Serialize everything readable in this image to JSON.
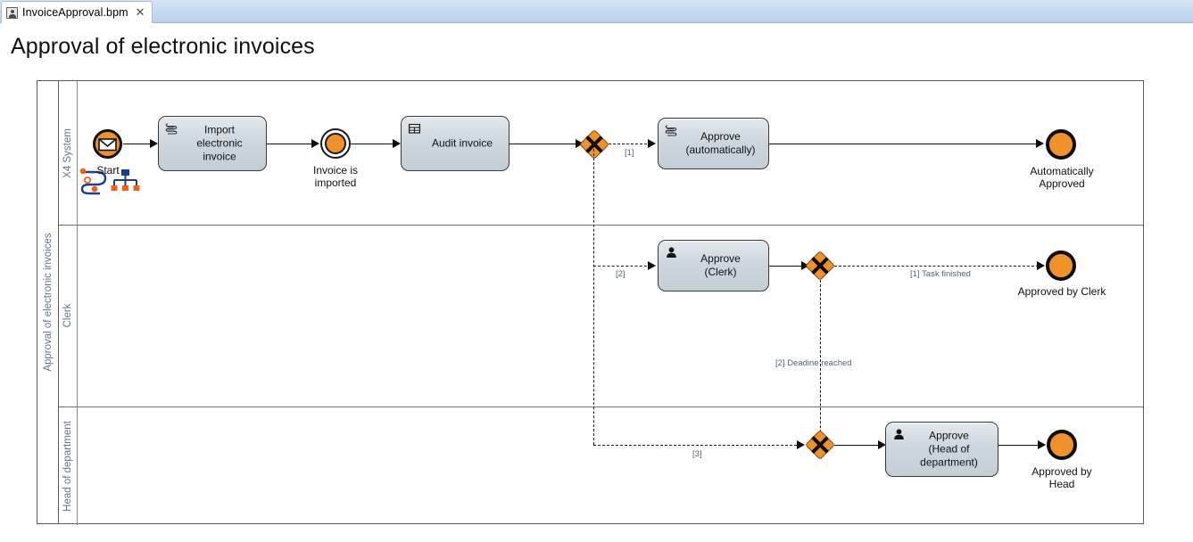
{
  "window": {
    "tab": {
      "title": "InvoiceApproval.bpm",
      "icon": "process-file-icon",
      "close_icon": "✕"
    }
  },
  "page_title": "Approval of electronic invoices",
  "diagram": {
    "type": "bpmn-process",
    "pool": {
      "label": "Approval of electronic invoices"
    },
    "lanes": [
      {
        "id": "x4system",
        "label": "X4 System"
      },
      {
        "id": "clerk",
        "label": "Clerk"
      },
      {
        "id": "head",
        "label": "Head of department"
      }
    ],
    "nodes": [
      {
        "id": "start",
        "lane": "x4system",
        "kind": "start-message-event",
        "label": "Start",
        "icon": "envelope-icon"
      },
      {
        "id": "import",
        "lane": "x4system",
        "kind": "script-task",
        "label": "Import electronic invoice",
        "icon": "script-icon"
      },
      {
        "id": "imported",
        "lane": "x4system",
        "kind": "intermediate-event",
        "label": "Invoice is imported",
        "icon": ""
      },
      {
        "id": "audit",
        "lane": "x4system",
        "kind": "business-rule-task",
        "label": "Audit invoice",
        "icon": "table-icon"
      },
      {
        "id": "gw-split",
        "lane": "x4system",
        "kind": "exclusive-gateway",
        "label": "",
        "icon": "xor-icon"
      },
      {
        "id": "approve-auto",
        "lane": "x4system",
        "kind": "script-task",
        "label": "Approve (automatically)",
        "icon": "script-icon"
      },
      {
        "id": "end-auto",
        "lane": "x4system",
        "kind": "end-event",
        "label": "Automatically Approved",
        "icon": ""
      },
      {
        "id": "approve-clerk",
        "lane": "clerk",
        "kind": "user-task",
        "label": "Approve (Clerk)",
        "icon": "user-icon"
      },
      {
        "id": "gw-clerk",
        "lane": "clerk",
        "kind": "exclusive-gateway",
        "label": "",
        "icon": "xor-icon"
      },
      {
        "id": "end-clerk",
        "lane": "clerk",
        "kind": "end-event",
        "label": "Approved by Clerk",
        "icon": ""
      },
      {
        "id": "gw-head",
        "lane": "head",
        "kind": "exclusive-gateway",
        "label": "",
        "icon": "xor-icon"
      },
      {
        "id": "approve-head",
        "lane": "head",
        "kind": "user-task",
        "label": "Approve (Head of department)",
        "icon": "user-icon"
      },
      {
        "id": "end-head",
        "lane": "head",
        "kind": "end-event",
        "label": "Approved by Head",
        "icon": ""
      }
    ],
    "flows": [
      {
        "from": "start",
        "to": "import",
        "label": "",
        "style": "solid"
      },
      {
        "from": "import",
        "to": "imported",
        "label": "",
        "style": "solid"
      },
      {
        "from": "imported",
        "to": "audit",
        "label": "",
        "style": "solid"
      },
      {
        "from": "audit",
        "to": "gw-split",
        "label": "",
        "style": "solid"
      },
      {
        "from": "gw-split",
        "to": "approve-auto",
        "label": "[1]",
        "style": "dashed"
      },
      {
        "from": "approve-auto",
        "to": "end-auto",
        "label": "",
        "style": "solid"
      },
      {
        "from": "gw-split",
        "to": "approve-clerk",
        "label": "[2]",
        "style": "dashed"
      },
      {
        "from": "approve-clerk",
        "to": "gw-clerk",
        "label": "",
        "style": "solid"
      },
      {
        "from": "gw-clerk",
        "to": "end-clerk",
        "label": "[1] Task finished",
        "style": "dashed"
      },
      {
        "from": "gw-clerk",
        "to": "gw-head",
        "label": "[2] Deadine reached",
        "style": "dashed"
      },
      {
        "from": "gw-split",
        "to": "gw-head",
        "label": "[3]",
        "style": "dashed"
      },
      {
        "from": "gw-head",
        "to": "approve-head",
        "label": "",
        "style": "solid"
      },
      {
        "from": "approve-head",
        "to": "end-head",
        "label": "",
        "style": "solid"
      }
    ],
    "labels": {
      "start": "Start",
      "import_l1": "Import",
      "import_l2": "electronic",
      "import_l3": "invoice",
      "imported_l1": "Invoice is",
      "imported_l2": "imported",
      "audit": "Audit invoice",
      "approve_auto_l1": "Approve",
      "approve_auto_l2": "(automatically)",
      "end_auto_l1": "Automatically",
      "end_auto_l2": "Approved",
      "approve_clerk_l1": "Approve",
      "approve_clerk_l2": "(Clerk)",
      "end_clerk": "Approved by Clerk",
      "approve_head_l1": "Approve",
      "approve_head_l2": "(Head of",
      "approve_head_l3": "department)",
      "end_head_l1": "Approved by",
      "end_head_l2": "Head",
      "flow_1": "[1]",
      "flow_2": "[2]",
      "flow_3": "[3]",
      "flow_task_finished": "[1] Task finished",
      "flow_deadline": "[2] Deadine reached"
    },
    "colors": {
      "event_fill": "#f0922c",
      "gateway_fill": "#f0922c",
      "task_fill": "#ccd6dd",
      "lane_label": "#62738c",
      "flow_label": "#54617a",
      "deco_blue": "#1f3a93",
      "deco_orange": "#f4601a"
    }
  }
}
